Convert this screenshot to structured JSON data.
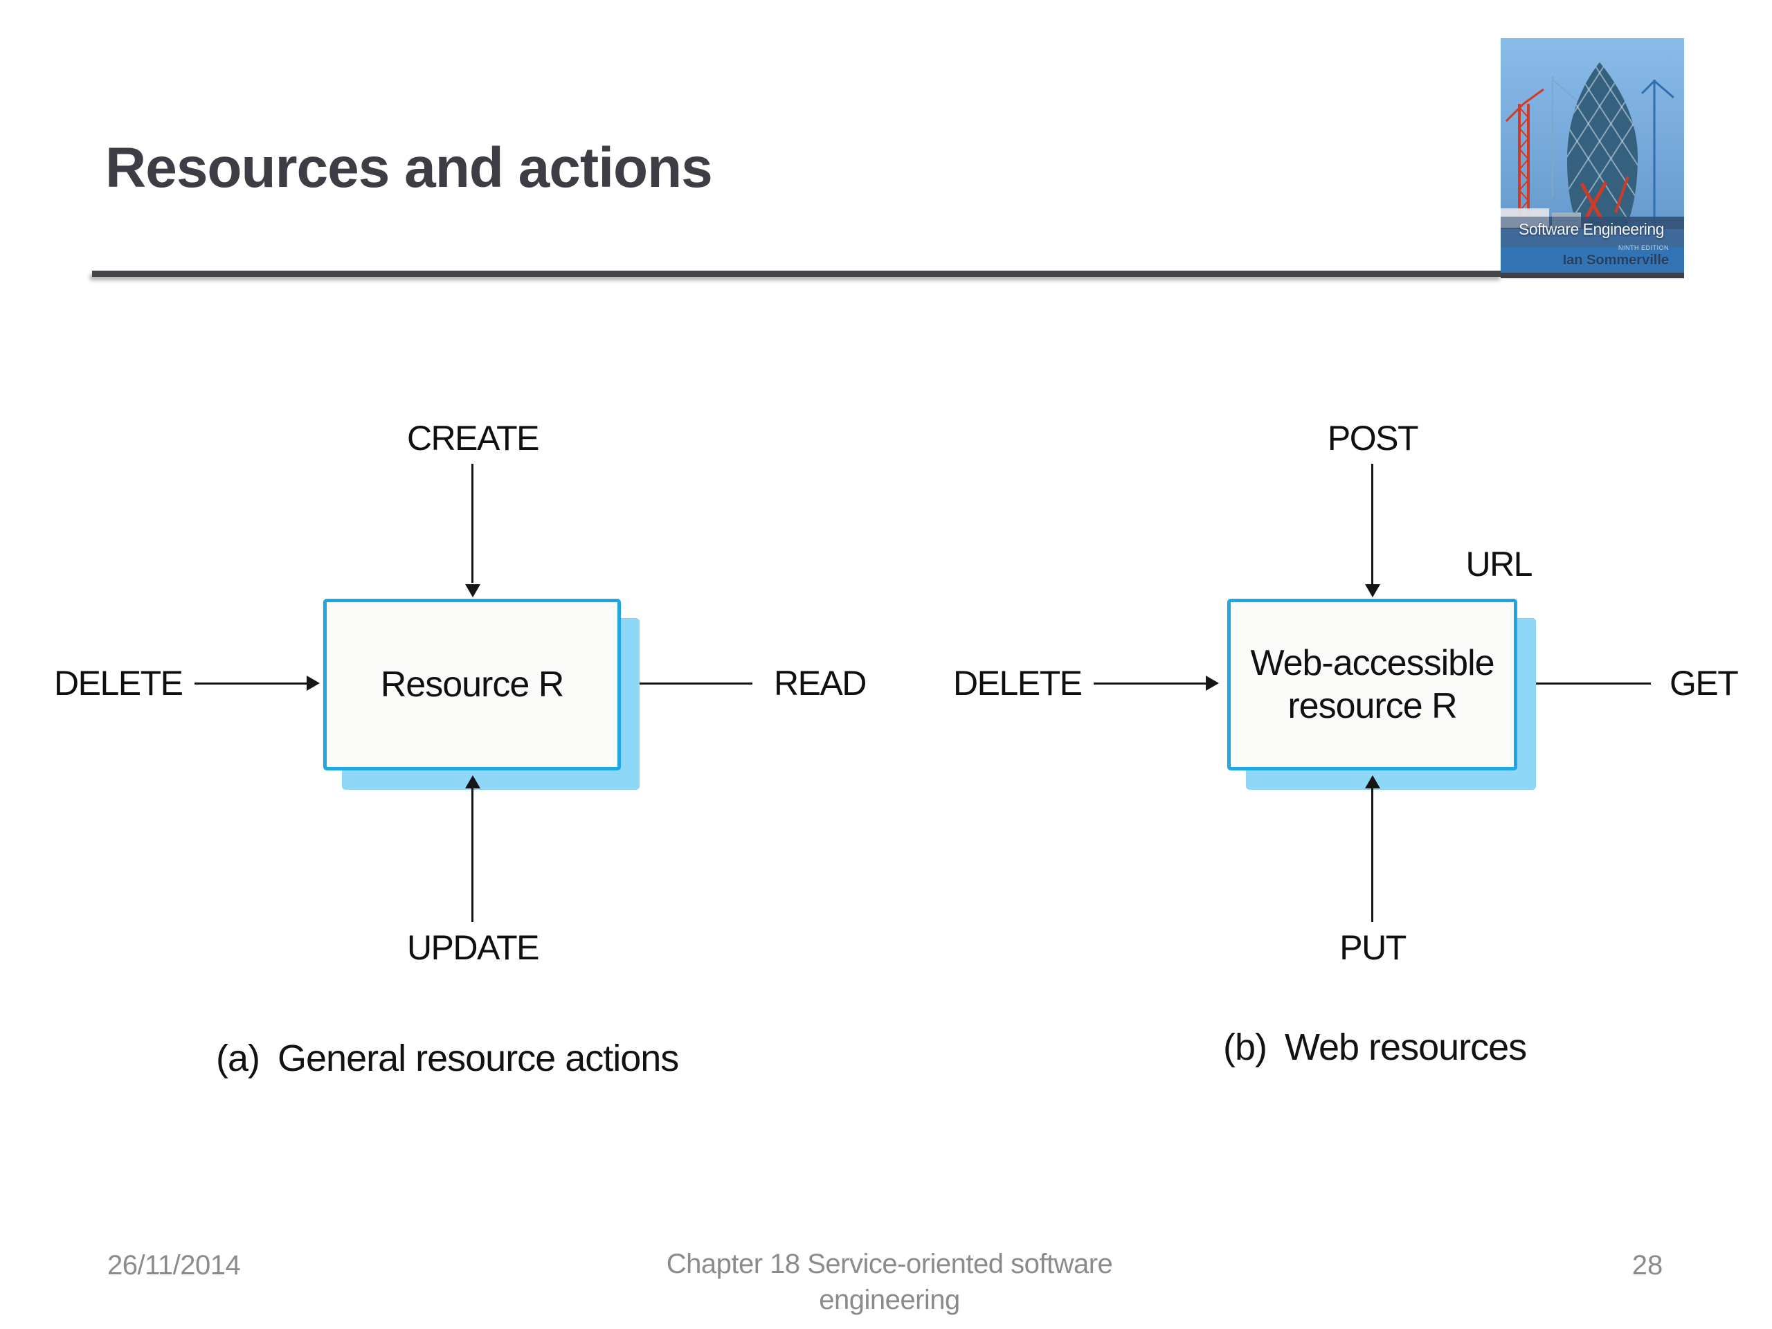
{
  "slide": {
    "title": "Resources and actions",
    "footer": {
      "date": "26/11/2014",
      "center_line1": "Chapter 18 Service-oriented software",
      "center_line2": "engineering",
      "page_number": "28"
    }
  },
  "book_cover": {
    "title": "Software Engineering",
    "edition": "NINTH EDITION",
    "author": "Ian Sommerville"
  },
  "diagrams": [
    {
      "box_line1": "Resource R",
      "top_label": "CREATE",
      "left_label": "DELETE",
      "right_label": "READ",
      "bottom_label": "UPDATE",
      "caption_prefix": "(a)",
      "caption_text": "General resource actions"
    },
    {
      "box_line1": "Web-accessible",
      "box_line2": "resource R",
      "top_label": "POST",
      "left_label": "DELETE",
      "right_label": "GET",
      "bottom_label": "PUT",
      "url_label": "URL",
      "caption_prefix": "(b)",
      "caption_text": "Web resources"
    }
  ],
  "colors": {
    "box_border": "#1ea7e4",
    "box_shadow_fill": "#8ed7f6",
    "title_color": "#3d3d45",
    "divider_color": "#46464b",
    "footer_gray": "#8b8b8b",
    "arrow_black": "#161616"
  }
}
